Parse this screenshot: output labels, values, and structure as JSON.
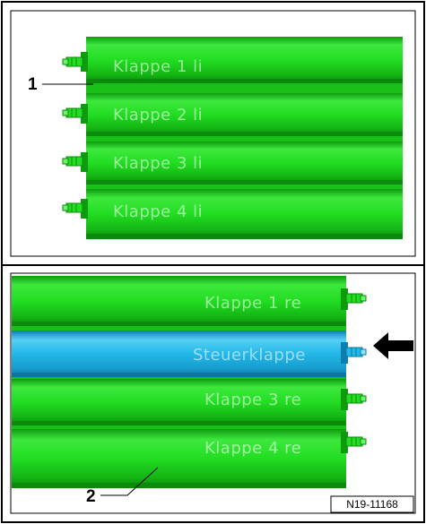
{
  "top_panel": {
    "flaps": [
      {
        "label": "Klappe 1 li"
      },
      {
        "label": "Klappe 2 li"
      },
      {
        "label": "Klappe 3 li"
      },
      {
        "label": "Klappe 4 li"
      }
    ],
    "callout": "1"
  },
  "bottom_panel": {
    "flaps": [
      {
        "label": "Klappe 1 re",
        "highlight": false
      },
      {
        "label": "Steuerklappe",
        "highlight": true
      },
      {
        "label": "Klappe 3 re",
        "highlight": false
      },
      {
        "label": "Klappe 4 re",
        "highlight": false
      }
    ],
    "callout": "2",
    "arrow": "pointer-arrow"
  },
  "figure_id": "N19-11168",
  "colors": {
    "flap_green": "#22dd22",
    "flap_green_dark": "#0f9a0f",
    "flap_green_light": "#6cf36c",
    "flap_blue": "#22b8e8",
    "flap_blue_dark": "#0d7fae",
    "flap_blue_light": "#8fe2fb",
    "frame": "#000000"
  }
}
